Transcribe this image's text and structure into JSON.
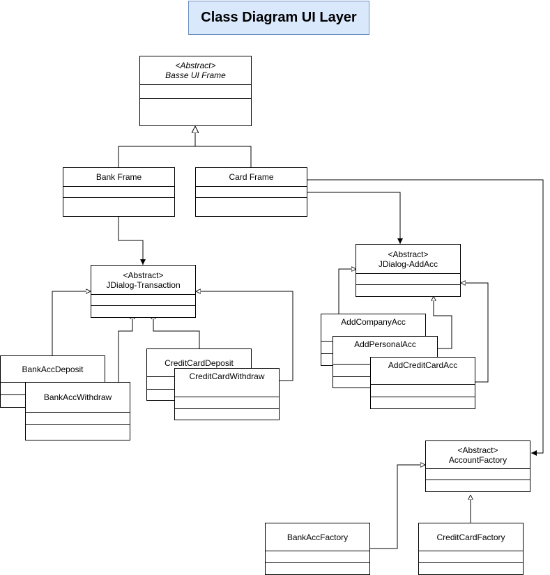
{
  "title": "Class Diagram UI Layer",
  "stereotype": "<Abstract>",
  "classes": {
    "base_ui_frame": "Basse UI Frame",
    "bank_frame": "Bank Frame",
    "card_frame": "Card Frame",
    "jdialog_transaction": "JDialog-Transaction",
    "jdialog_addacc": "JDialog-AddAcc",
    "bank_acc_deposit": "BankAccDeposit",
    "bank_acc_withdraw": "BankAccWithdraw",
    "credit_card_deposit": "CreditCardDeposit",
    "credit_card_withdraw": "CreditCardWithdraw",
    "add_company_acc": "AddCompanyAcc",
    "add_personal_acc": "AddPersonalAcc",
    "add_credit_card_acc": "AddCreditCardAcc",
    "account_factory": "AccountFactory",
    "bank_acc_factory": "BankAccFactory",
    "credit_card_factory": "CreditCardFactory"
  }
}
